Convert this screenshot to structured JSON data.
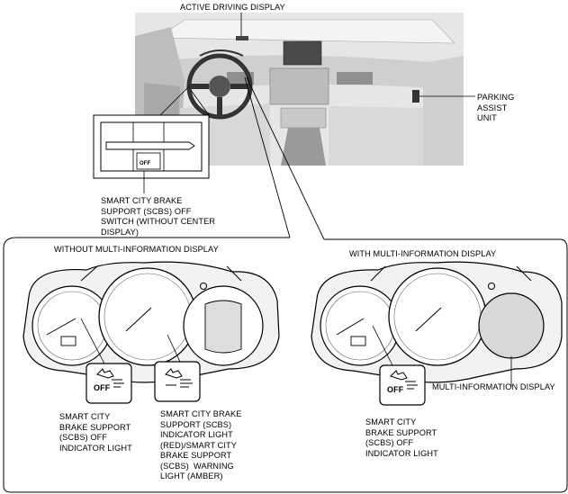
{
  "labels": {
    "active_driving_display": "ACTIVE DRIVING DISPLAY",
    "parking_assist_unit": "PARKING\nASSIST\nUNIT",
    "scbs_off_switch": "SMART CITY BRAKE\nSUPPORT (SCBS) OFF\nSWITCH (WITHOUT CENTER\nDISPLAY)",
    "without_mid_title": "WITHOUT MULTI-INFORMATION DISPLAY",
    "with_mid_title": "WITH MULTI-INFORMATION DISPLAY",
    "scbs_off_indicator_left": "SMART CITY\nBRAKE SUPPORT\n(SCBS) OFF\nINDICATOR LIGHT",
    "scbs_indicator_warning": "SMART CITY BRAKE\nSUPPORT (SCBS)\nINDICATOR LIGHT\n(RED)/SMART CITY\nBRAKE SUPPORT\n(SCBS)  WARNING\nLIGHT (AMBER)",
    "scbs_off_indicator_right": "SMART CITY\nBRAKE SUPPORT\n(SCBS) OFF\nINDICATOR LIGHT",
    "multi_information_display": "MULTI-INFORMATION DISPLAY"
  },
  "icons": {
    "off_text": "OFF"
  }
}
